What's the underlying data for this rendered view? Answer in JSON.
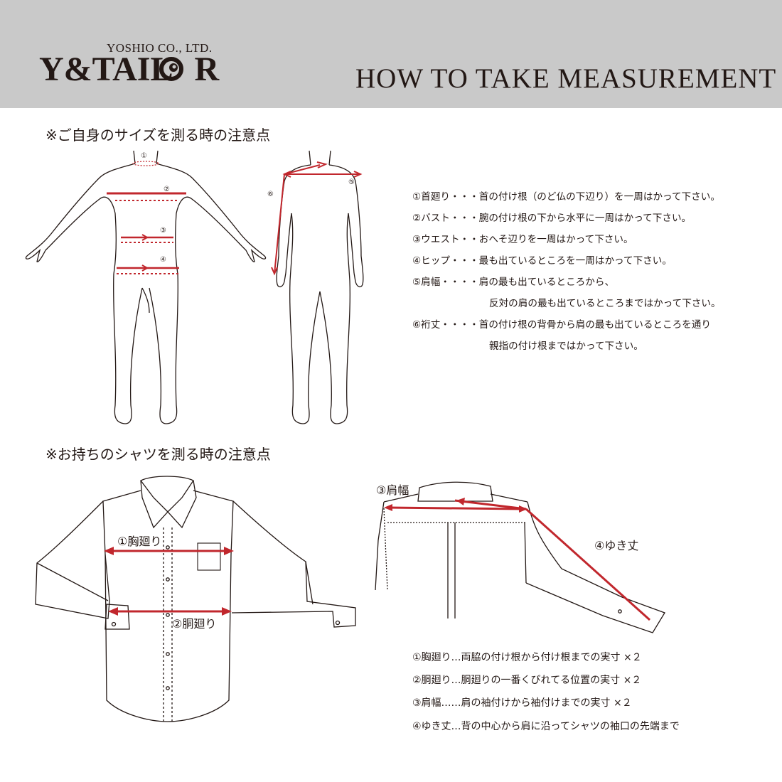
{
  "header": {
    "company": "YOSHIO CO., LTD.",
    "brand": "Y&TAIL",
    "brand_end": "R",
    "title": "HOW TO TAKE MEASUREMENT"
  },
  "body_section": {
    "heading": "※ご自身のサイズを測る時の注意点",
    "figure_marks": [
      "①",
      "②",
      "③",
      "④",
      "⑤",
      "⑥"
    ],
    "notes": [
      "①首廻り・・・首の付け根（のど仏の下辺り）を一周はかって下さい。",
      "②バスト・・・腕の付け根の下から水平に一周はかって下さい。",
      "③ウエスト・・おへそ辺りを一周はかって下さい。",
      "④ヒップ・・・最も出ているところを一周はかって下さい。",
      "⑤肩幅・・・・肩の最も出ているところから、",
      "反対の肩の最も出ているところまではかって下さい。",
      "⑥裄丈・・・・首の付け根の背骨から肩の最も出ているところを通り",
      "親指の付け根まではかって下さい。"
    ]
  },
  "shirt_section": {
    "heading": "※お持ちのシャツを測る時の注意点",
    "callouts": {
      "chest": "①胸廻り",
      "waist": "②胴廻り",
      "shoulder": "③肩幅",
      "sleeve": "④ゆき丈"
    },
    "notes": [
      "①胸廻り…両脇の付け根から付け根までの実寸 ×２",
      "②胴廻り…胴廻りの一番くびれてる位置の実寸 ×２",
      "③肩幅……肩の袖付けから袖付けまでの実寸 ×２",
      "④ゆき丈…背の中心から肩に沿ってシャツの袖口の先端まで"
    ]
  },
  "colors": {
    "header_bg": "#c9c9c9",
    "text": "#231815",
    "measure_red": "#c1272d"
  }
}
